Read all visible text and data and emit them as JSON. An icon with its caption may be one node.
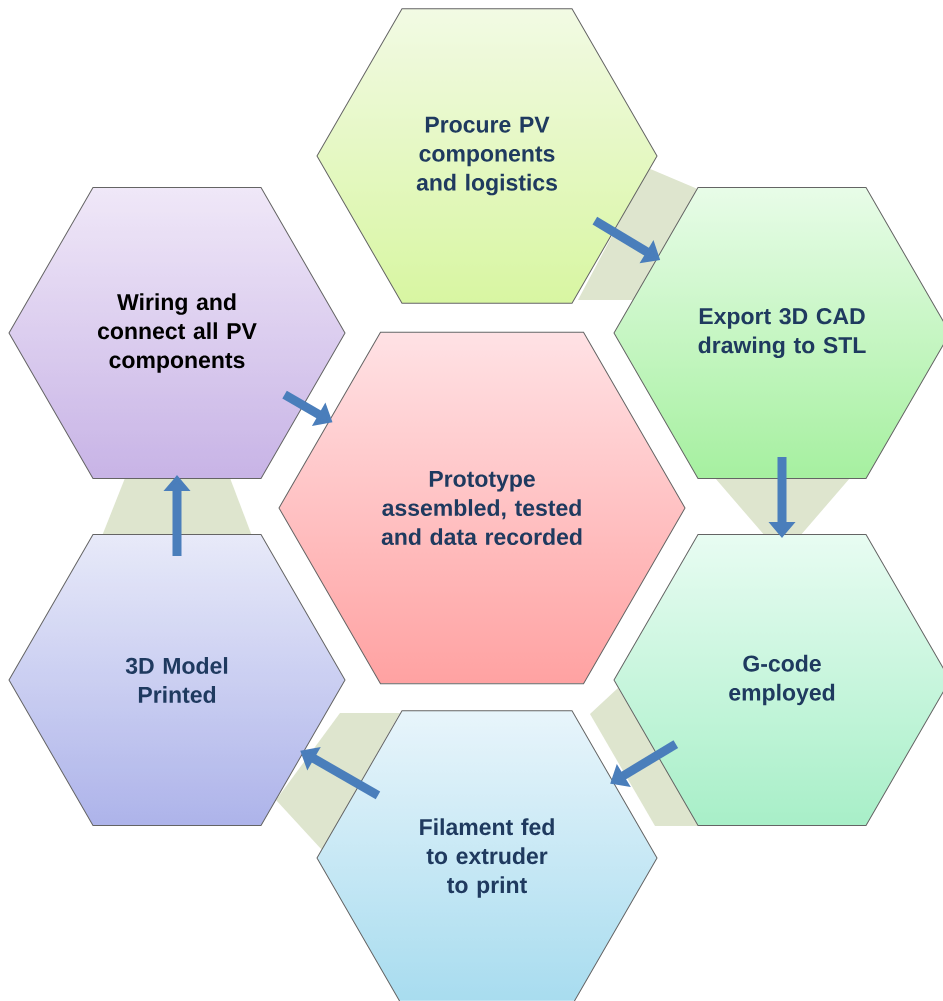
{
  "diagram": {
    "nodes": [
      {
        "text": [
          "Procure PV components and logistics"
        ]
      },
      {
        "text": [
          "Export 3D CAD drawing to STL"
        ]
      },
      {
        "text": [
          "G-code employed"
        ]
      },
      {
        "text": [
          "Filament fed to extruder to print"
        ]
      },
      {
        "text": [
          "3D Model Printed"
        ]
      },
      {
        "text": [
          "Wiring and connect all PV components"
        ]
      },
      {
        "text": [
          "Prototype assembled, tested and data recorded"
        ]
      }
    ],
    "edges": [
      {
        "from": 0,
        "to": 1,
        "arrow": "to"
      },
      {
        "from": 1,
        "to": 2,
        "arrow": "to"
      },
      {
        "from": 2,
        "to": 3,
        "arrow": "to"
      },
      {
        "from": 3,
        "to": 4,
        "arrow": "to"
      },
      {
        "from": 4,
        "to": 5,
        "arrow": "to"
      },
      {
        "from": 5,
        "to": 6,
        "arrow": "to"
      }
    ]
  }
}
